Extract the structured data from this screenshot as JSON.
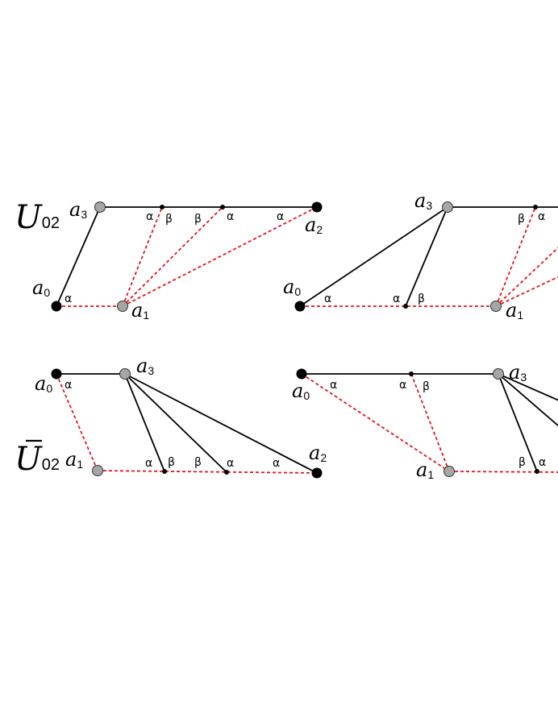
{
  "colors": {
    "background": "#ffffff",
    "solid_edge": "#000000",
    "dashed_edge": "#e8141a",
    "black_vertex": "#000000",
    "gray_vertex": "#a6a6a6"
  },
  "labels": {
    "u02": {
      "letter": "U",
      "sub": "02"
    },
    "u02_bar": {
      "letter": "U",
      "sub": "02"
    },
    "a0": {
      "letter": "a",
      "sub": "0"
    },
    "a1": {
      "letter": "a",
      "sub": "1"
    },
    "a2": {
      "letter": "a",
      "sub": "2"
    },
    "a3": {
      "letter": "a",
      "sub": "3"
    },
    "alpha": "α",
    "beta": "β"
  }
}
